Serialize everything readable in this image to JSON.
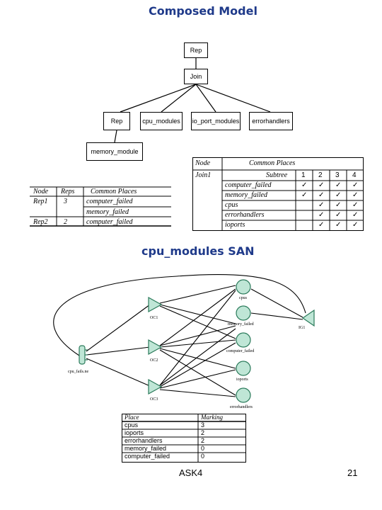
{
  "composed_model": {
    "title": "Composed Model",
    "tree": {
      "root": "Rep",
      "join": "Join",
      "children": [
        "Rep",
        "cpu_modules",
        "io_port_modules",
        "errorhandlers"
      ],
      "leaf": "memory_module"
    },
    "rep_table": {
      "headers": [
        "Node",
        "Reps",
        "Common Places"
      ],
      "rows": [
        {
          "node": "Rep1",
          "reps": "3",
          "places": [
            "computer_failed",
            "memory_failed"
          ]
        },
        {
          "node": "Rep2",
          "reps": "2",
          "places": [
            "computer_failed"
          ]
        }
      ]
    },
    "join_table": {
      "headers": [
        "Node",
        "Common Places"
      ],
      "node": "Join1",
      "subtree_label": "Subtree",
      "subtree_cols": [
        "1",
        "2",
        "3",
        "4"
      ],
      "check_mark": "✓",
      "rows": [
        {
          "place": "computer_failed",
          "checks": [
            true,
            true,
            true,
            true
          ]
        },
        {
          "place": "memory_failed",
          "checks": [
            true,
            true,
            true,
            true
          ]
        },
        {
          "place": "cpus",
          "checks": [
            false,
            true,
            true,
            true
          ]
        },
        {
          "place": "errorhandlers",
          "checks": [
            false,
            true,
            true,
            true
          ]
        },
        {
          "place": "ioports",
          "checks": [
            false,
            true,
            true,
            true
          ]
        }
      ]
    }
  },
  "san": {
    "title": "cpu_modules SAN",
    "places": {
      "cpus": "cpus",
      "memory_failed": "memory_failed",
      "computer_failed": "computer_failed",
      "ioports": "ioports",
      "errorhandlers": "errorhandlers"
    },
    "activities": {
      "oc1": "OC1",
      "oc2": "OC2",
      "oc3": "OC3",
      "ig1": "IG1",
      "gate": "cpu_fails.ne"
    },
    "marking_table": {
      "headers": [
        "Place",
        "Marking"
      ],
      "rows": [
        {
          "place": "cpus",
          "marking": "3"
        },
        {
          "place": "ioports",
          "marking": "2"
        },
        {
          "place": "errorhandlers",
          "marking": "2"
        },
        {
          "place": "memory_failed",
          "marking": "0"
        },
        {
          "place": "computer_failed",
          "marking": "0"
        }
      ]
    }
  },
  "footer": {
    "left": "ASK4",
    "page": "21"
  },
  "colors": {
    "title": "#1f3a8a",
    "place_fill": "#bfe6d6",
    "place_stroke": "#2a7a5a"
  }
}
